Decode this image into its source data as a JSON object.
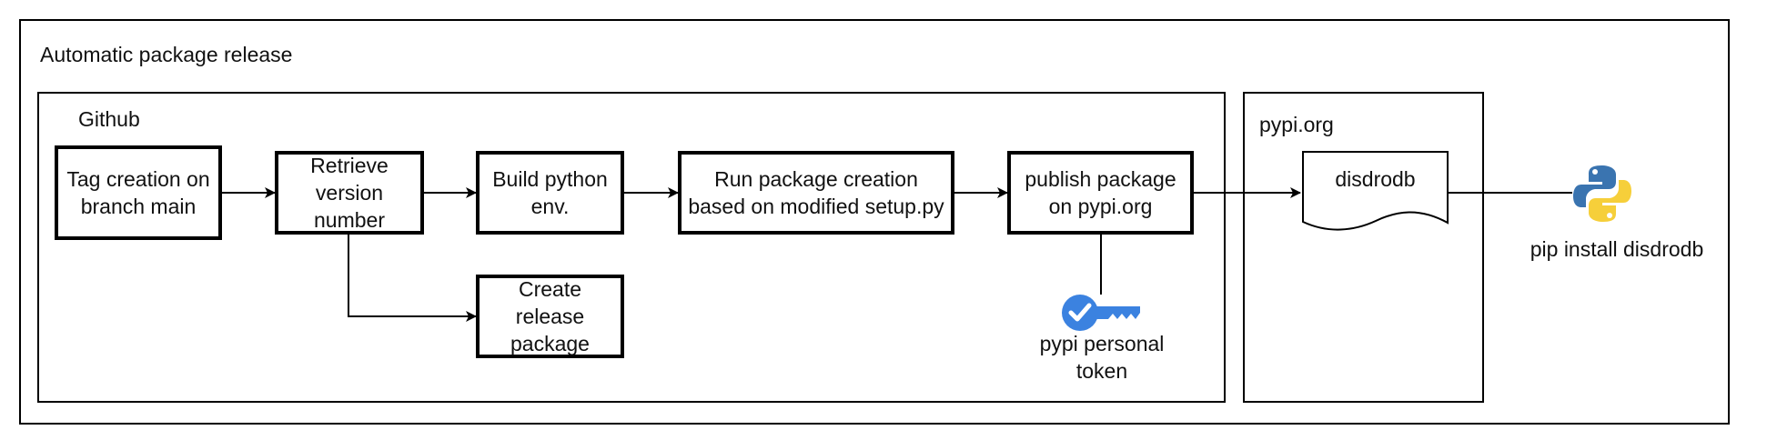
{
  "outer": {
    "title": "Automatic package release"
  },
  "github": {
    "title": "Github"
  },
  "pypi": {
    "title": "pypi.org"
  },
  "nodes": {
    "tag": "Tag creation on branch main",
    "version": "Retrieve version number",
    "build": "Build python env.",
    "run": "Run package creation based on modified setup.py",
    "publish": "publish package on pypi.org",
    "release": "Create release package",
    "doc": "disdrodb"
  },
  "token": {
    "label": "pypi personal token",
    "icon": "key-icon",
    "color": "#3b82e0"
  },
  "python": {
    "label": "pip install disdrodb",
    "icon": "python-logo-icon",
    "blue": "#3a74b0",
    "yellow": "#f6cf3a"
  }
}
